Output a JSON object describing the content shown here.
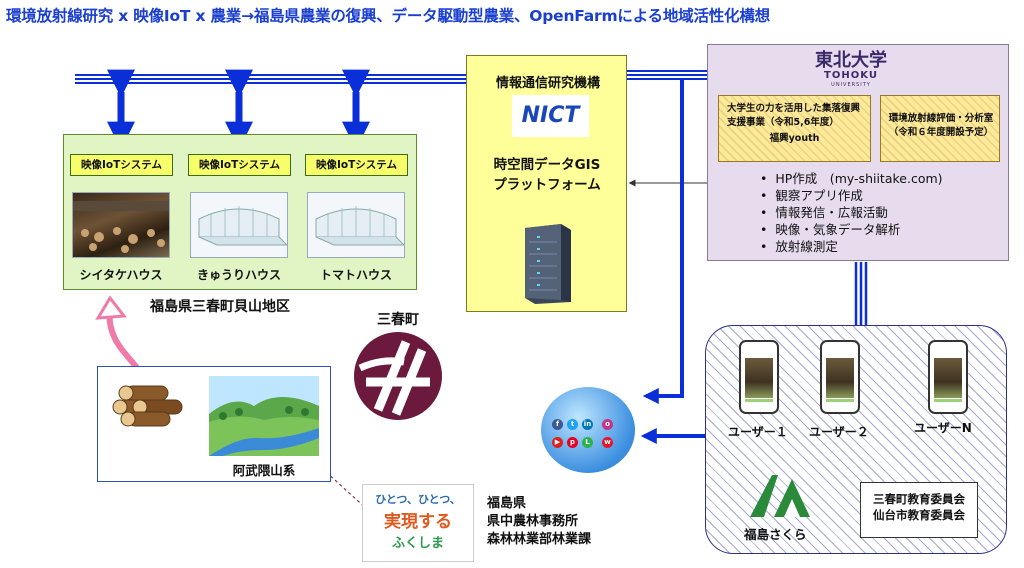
{
  "title": "環境放射線研究 x 映像IoT x 農業→福島県農業の復興、データ駆動型農業、OpenFarmによる地域活性化構想",
  "farm": {
    "iot_label": "映像IoTシステム",
    "houses": [
      "シイタケハウス",
      "きゅうりハウス",
      "トマトハウス"
    ],
    "region": "福島県三春町貝山地区"
  },
  "nict": {
    "org": "情報通信研究機構",
    "logo": "NICT",
    "platform": "時空間データGISプラットフォーム",
    "server_icon": "server-icon"
  },
  "tohoku": {
    "name": "東北大学",
    "name_en": "TOHOKU",
    "name_sub": "UNIVERSITY",
    "box1": "大学生の力を活用した集落復興支援事業（令和5,6年度）",
    "box1_sub": "福興youth",
    "box2": "環境放射線評価・分析室（令和６年度開設予定）",
    "bullets": [
      "HP作成　(my-shiitake.com)",
      "観察アプリ作成",
      "情報発信・広報活動",
      "映像・気象データ解析",
      "放射線測定"
    ]
  },
  "miharu": {
    "label": "三春町"
  },
  "abukuma": {
    "label": "阿武隈山系",
    "logs_icon": "log-pile-icon"
  },
  "users": {
    "labels": [
      "ユーザー１",
      "ユーザー２",
      "ユーザーN"
    ],
    "ja_logo_label": "福島さくら",
    "boe": [
      "三春町教育委員会",
      "仙台市教育委員会"
    ]
  },
  "fukushima": {
    "logo_lines": [
      "ひとつ、ひとつ、",
      "実現する",
      "ふくしま"
    ],
    "lines": [
      "福島県",
      "県中農林事務所",
      "森林林業部林業課"
    ]
  },
  "colors": {
    "title": "#1a3fd0",
    "arrow": "#0a2fd8",
    "farm_bg": "#e1f5c4",
    "nict_bg": "#ffff99",
    "tohoku_bg": "#e6dcee",
    "pink_arrow": "#f07aa8"
  }
}
